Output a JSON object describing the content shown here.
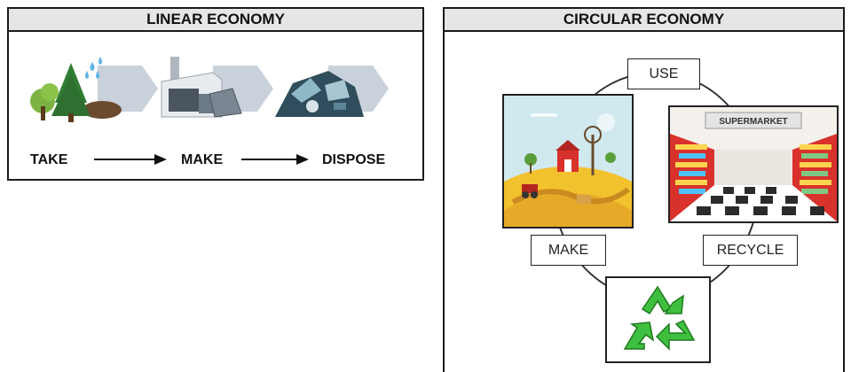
{
  "linear": {
    "title": "LINEAR ECONOMY",
    "steps": [
      "TAKE",
      "MAKE",
      "DISPOSE"
    ]
  },
  "circular": {
    "title": "CIRCULAR ECONOMY",
    "nodes": {
      "use": "USE",
      "make": "MAKE",
      "recycle": "RECYCLE"
    },
    "supermarket_sign": "SUPERMARKET"
  },
  "colors": {
    "header_bg": "#e6e6e6",
    "border": "#1a1a1a",
    "recycle_green": "#3fbf3f",
    "shelf_red": "#d9312b",
    "field_yellow": "#f2c12e"
  }
}
